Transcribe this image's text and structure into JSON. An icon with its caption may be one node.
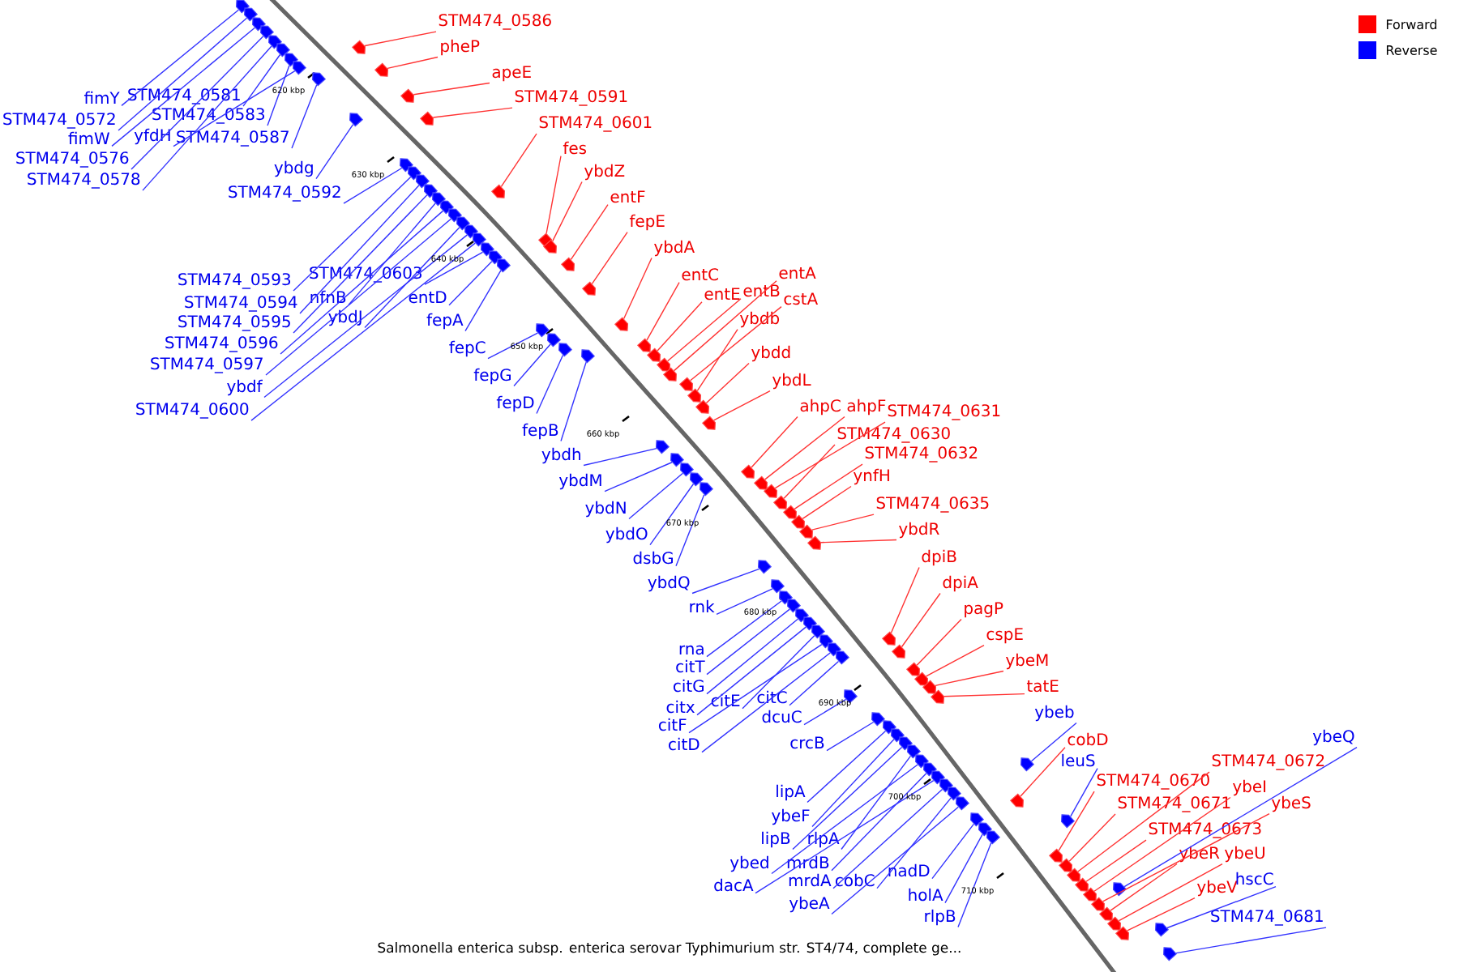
{
  "diagram": {
    "caption": "Salmonella enterica subsp. enterica serovar Typhimurium str. ST4/74, complete ge...",
    "nodes": [
      {
        "text": [
          "STM474_0586"
        ]
      },
      {
        "text": [
          "pheP"
        ]
      },
      {
        "text": [
          "apeE"
        ]
      },
      {
        "text": [
          "STM474_0591"
        ]
      },
      {
        "text": [
          "STM474_0601"
        ]
      },
      {
        "text": [
          "fes"
        ]
      },
      {
        "text": [
          "ybdZ"
        ]
      },
      {
        "text": [
          "entF"
        ]
      },
      {
        "text": [
          "fepE"
        ]
      },
      {
        "text": [
          "ybdA"
        ]
      },
      {
        "text": [
          "entC"
        ]
      },
      {
        "text": [
          "entE"
        ]
      },
      {
        "text": [
          "entB"
        ]
      },
      {
        "text": [
          "entA"
        ]
      },
      {
        "text": [
          "cstA"
        ]
      },
      {
        "text": [
          "ybdb"
        ]
      },
      {
        "text": [
          "ybdd"
        ]
      },
      {
        "text": [
          "ybdL"
        ]
      },
      {
        "text": [
          "ahpC"
        ]
      },
      {
        "text": [
          "ahpF"
        ]
      },
      {
        "text": [
          "STM474_0631"
        ]
      },
      {
        "text": [
          "STM474_0630"
        ]
      },
      {
        "text": [
          "STM474_0632"
        ]
      },
      {
        "text": [
          "ynfH"
        ]
      },
      {
        "text": [
          "STM474_0635"
        ]
      },
      {
        "text": [
          "ybdR"
        ]
      },
      {
        "text": [
          "dpiB"
        ]
      },
      {
        "text": [
          "dpiA"
        ]
      },
      {
        "text": [
          "pagP"
        ]
      },
      {
        "text": [
          "cspE"
        ]
      },
      {
        "text": [
          "ybeM"
        ]
      },
      {
        "text": [
          "tatE"
        ]
      },
      {
        "text": [
          "cobD"
        ]
      },
      {
        "text": [
          "STM474_0670"
        ]
      },
      {
        "text": [
          "STM474_0672"
        ]
      },
      {
        "text": [
          "STM474_0671"
        ]
      },
      {
        "text": [
          "ybeI"
        ]
      },
      {
        "text": [
          "STM474_0673"
        ]
      },
      {
        "text": [
          "ybeS"
        ]
      },
      {
        "text": [
          "ybeR"
        ]
      },
      {
        "text": [
          "ybeU"
        ]
      },
      {
        "text": [
          "ybeV"
        ]
      },
      {
        "text": [
          "fimY"
        ]
      },
      {
        "text": [
          "STM474_0572"
        ]
      },
      {
        "text": [
          "fimW"
        ]
      },
      {
        "text": [
          "STM474_0576"
        ]
      },
      {
        "text": [
          "STM474_0578"
        ]
      },
      {
        "text": [
          "STM474_0581"
        ]
      },
      {
        "text": [
          "STM474_0583"
        ]
      },
      {
        "text": [
          "yfdH"
        ]
      },
      {
        "text": [
          "STM474_0587"
        ]
      },
      {
        "text": [
          "ybdg"
        ]
      },
      {
        "text": [
          "STM474_0592"
        ]
      },
      {
        "text": [
          "STM474_0593"
        ]
      },
      {
        "text": [
          "STM474_0594"
        ]
      },
      {
        "text": [
          "STM474_0595"
        ]
      },
      {
        "text": [
          "STM474_0596"
        ]
      },
      {
        "text": [
          "STM474_0597"
        ]
      },
      {
        "text": [
          "ybdf"
        ]
      },
      {
        "text": [
          "STM474_0600"
        ]
      },
      {
        "text": [
          "STM474_0603"
        ]
      },
      {
        "text": [
          "nfnB"
        ]
      },
      {
        "text": [
          "ybdJ"
        ]
      },
      {
        "text": [
          "entD"
        ]
      },
      {
        "text": [
          "fepA"
        ]
      },
      {
        "text": [
          "fepC"
        ]
      },
      {
        "text": [
          "fepG"
        ]
      },
      {
        "text": [
          "fepD"
        ]
      },
      {
        "text": [
          "fepB"
        ]
      },
      {
        "text": [
          "ybdh"
        ]
      },
      {
        "text": [
          "ybdM"
        ]
      },
      {
        "text": [
          "ybdN"
        ]
      },
      {
        "text": [
          "ybdO"
        ]
      },
      {
        "text": [
          "dsbG"
        ]
      },
      {
        "text": [
          "ybdQ"
        ]
      },
      {
        "text": [
          "rnk"
        ]
      },
      {
        "text": [
          "rna"
        ]
      },
      {
        "text": [
          "citT"
        ]
      },
      {
        "text": [
          "citG"
        ]
      },
      {
        "text": [
          "citx"
        ]
      },
      {
        "text": [
          "citF"
        ]
      },
      {
        "text": [
          "citD"
        ]
      },
      {
        "text": [
          "citE"
        ]
      },
      {
        "text": [
          "citC"
        ]
      },
      {
        "text": [
          "dcuC"
        ]
      },
      {
        "text": [
          "crcB"
        ]
      },
      {
        "text": [
          "lipA"
        ]
      },
      {
        "text": [
          "ybeF"
        ]
      },
      {
        "text": [
          "lipB"
        ]
      },
      {
        "text": [
          "rlpA"
        ]
      },
      {
        "text": [
          "ybed"
        ]
      },
      {
        "text": [
          "mrdB"
        ]
      },
      {
        "text": [
          "dacA"
        ]
      },
      {
        "text": [
          "mrdA"
        ]
      },
      {
        "text": [
          "cobC"
        ]
      },
      {
        "text": [
          "ybeA"
        ]
      },
      {
        "text": [
          "nadD"
        ]
      },
      {
        "text": [
          "holA"
        ]
      },
      {
        "text": [
          "rlpB"
        ]
      },
      {
        "text": [
          "ybeb"
        ]
      },
      {
        "text": [
          "leuS"
        ]
      },
      {
        "text": [
          "ybeQ"
        ]
      },
      {
        "text": [
          "hscC"
        ]
      },
      {
        "text": [
          "STM474_0681"
        ]
      },
      {
        "text": [],
        "shape": "arrow"
      },
      {
        "text": [],
        "shape": "arrow"
      },
      {
        "text": [],
        "shape": "arrow"
      },
      {
        "text": [],
        "shape": "arrow"
      },
      {
        "text": [],
        "shape": "arrow"
      },
      {
        "text": [],
        "shape": "arrow"
      },
      {
        "text": [],
        "shape": "arrow"
      },
      {
        "text": [],
        "shape": "arrow"
      },
      {
        "text": [],
        "shape": "arrow"
      },
      {
        "text": [],
        "shape": "arrow"
      },
      {
        "text": [],
        "shape": "arrow"
      },
      {
        "text": [],
        "shape": "arrow"
      },
      {
        "text": [],
        "shape": "arrow"
      },
      {
        "text": [],
        "shape": "arrow"
      },
      {
        "text": [],
        "shape": "arrow"
      },
      {
        "text": [],
        "shape": "arrow"
      },
      {
        "text": [],
        "shape": "arrow"
      },
      {
        "text": [],
        "shape": "arrow"
      },
      {
        "text": [],
        "shape": "arrow"
      },
      {
        "text": [],
        "shape": "arrow"
      },
      {
        "text": [],
        "shape": "arrow"
      },
      {
        "text": [],
        "shape": "arrow"
      },
      {
        "text": [],
        "shape": "arrow"
      },
      {
        "text": [],
        "shape": "arrow"
      },
      {
        "text": [],
        "shape": "arrow"
      },
      {
        "text": [],
        "shape": "arrow"
      },
      {
        "text": [],
        "shape": "arrow"
      },
      {
        "text": [],
        "shape": "arrow"
      },
      {
        "text": [],
        "shape": "arrow"
      },
      {
        "text": [],
        "shape": "arrow"
      },
      {
        "text": [],
        "shape": "arrow"
      },
      {
        "text": [],
        "shape": "arrow"
      },
      {
        "text": [],
        "shape": "arrow"
      },
      {
        "text": [],
        "shape": "arrow"
      },
      {
        "text": [],
        "shape": "arrow"
      },
      {
        "text": [],
        "shape": "arrow"
      },
      {
        "text": [],
        "shape": "arrow"
      },
      {
        "text": [],
        "shape": "arrow"
      },
      {
        "text": [],
        "shape": "arrow"
      },
      {
        "text": [],
        "shape": "arrow"
      },
      {
        "text": [],
        "shape": "arrow"
      },
      {
        "text": [],
        "shape": "arrow"
      },
      {
        "text": [],
        "shape": "arrow"
      },
      {
        "text": [],
        "shape": "arrow"
      },
      {
        "text": [],
        "shape": "arrow"
      },
      {
        "text": [],
        "shape": "arrow"
      },
      {
        "text": [],
        "shape": "arrow"
      },
      {
        "text": [],
        "shape": "arrow"
      },
      {
        "text": [],
        "shape": "arrow"
      },
      {
        "text": [],
        "shape": "arrow"
      },
      {
        "text": [],
        "shape": "arrow"
      },
      {
        "text": [],
        "shape": "arrow"
      },
      {
        "text": [],
        "shape": "arrow"
      },
      {
        "text": [],
        "shape": "arrow"
      },
      {
        "text": [],
        "shape": "arrow"
      },
      {
        "text": [],
        "shape": "arrow"
      },
      {
        "text": [],
        "shape": "arrow"
      },
      {
        "text": [],
        "shape": "arrow"
      },
      {
        "text": [],
        "shape": "arrow"
      },
      {
        "text": [],
        "shape": "arrow"
      },
      {
        "text": [],
        "shape": "arrow"
      },
      {
        "text": [],
        "shape": "arrow"
      },
      {
        "text": [],
        "shape": "arrow"
      },
      {
        "text": [],
        "shape": "arrow"
      },
      {
        "text": [],
        "shape": "arrow"
      },
      {
        "text": [],
        "shape": "arrow"
      },
      {
        "text": [],
        "shape": "arrow"
      },
      {
        "text": [],
        "shape": "arrow"
      },
      {
        "text": [],
        "shape": "arrow"
      },
      {
        "text": [],
        "shape": "arrow"
      },
      {
        "text": [],
        "shape": "arrow"
      },
      {
        "text": [],
        "shape": "arrow"
      },
      {
        "text": [],
        "shape": "arrow"
      },
      {
        "text": [],
        "shape": "arrow"
      },
      {
        "text": [],
        "shape": "arrow"
      },
      {
        "text": [],
        "shape": "arrow"
      },
      {
        "text": [],
        "shape": "arrow"
      },
      {
        "text": [],
        "shape": "arrow"
      },
      {
        "text": [],
        "shape": "arrow"
      },
      {
        "text": [],
        "shape": "arrow"
      },
      {
        "text": [],
        "shape": "arrow"
      },
      {
        "text": [],
        "shape": "arrow"
      },
      {
        "text": [],
        "shape": "arrow"
      },
      {
        "text": [],
        "shape": "arrow"
      },
      {
        "text": [],
        "shape": "arrow"
      },
      {
        "text": [],
        "shape": "arrow"
      },
      {
        "text": [],
        "shape": "arrow"
      },
      {
        "text": [],
        "shape": "arrow"
      },
      {
        "text": [],
        "shape": "arrow"
      },
      {
        "text": [],
        "shape": "arrow"
      },
      {
        "text": [],
        "shape": "arrow"
      },
      {
        "text": [],
        "shape": "arrow"
      },
      {
        "text": [],
        "shape": "arrow"
      },
      {
        "text": [],
        "shape": "arrow"
      },
      {
        "text": [],
        "shape": "arrow"
      },
      {
        "text": [],
        "shape": "arrow"
      },
      {
        "text": [],
        "shape": "arrow"
      },
      {
        "text": [],
        "shape": "arrow"
      },
      {
        "text": [],
        "shape": "arrow"
      },
      {
        "text": [],
        "shape": "arrow"
      },
      {
        "text": [],
        "shape": "arrow"
      },
      {
        "text": [],
        "shape": "arrow"
      },
      {
        "text": [],
        "shape": "arrow"
      },
      {
        "text": [],
        "shape": "arrow"
      }
    ],
    "edges": [
      {
        "from": 0,
        "to": 104,
        "arrow": "none",
        "color": "#ff3333"
      },
      {
        "from": 1,
        "to": 105,
        "arrow": "none",
        "color": "#ff3333"
      },
      {
        "from": 2,
        "to": 106,
        "arrow": "none",
        "color": "#ff3333"
      },
      {
        "from": 3,
        "to": 107,
        "arrow": "none",
        "color": "#ff3333"
      },
      {
        "from": 4,
        "to": 108,
        "arrow": "none",
        "color": "#ff3333"
      },
      {
        "from": 5,
        "to": 109,
        "arrow": "none",
        "color": "#ff3333"
      },
      {
        "from": 6,
        "to": 110,
        "arrow": "none",
        "color": "#ff3333"
      },
      {
        "from": 7,
        "to": 111,
        "arrow": "none",
        "color": "#ff3333"
      },
      {
        "from": 8,
        "to": 112,
        "arrow": "none",
        "color": "#ff3333"
      },
      {
        "from": 9,
        "to": 113,
        "arrow": "none",
        "color": "#ff3333"
      },
      {
        "from": 10,
        "to": 114,
        "arrow": "none",
        "color": "#ff3333"
      },
      {
        "from": 11,
        "to": 115,
        "arrow": "none",
        "color": "#ff3333"
      },
      {
        "from": 12,
        "to": 116,
        "arrow": "none",
        "color": "#ff3333"
      },
      {
        "from": 13,
        "to": 117,
        "arrow": "none",
        "color": "#ff3333"
      },
      {
        "from": 14,
        "to": 118,
        "arrow": "none",
        "color": "#ff3333"
      },
      {
        "from": 15,
        "to": 119,
        "arrow": "none",
        "color": "#ff3333"
      },
      {
        "from": 16,
        "to": 120,
        "arrow": "none",
        "color": "#ff3333"
      },
      {
        "from": 17,
        "to": 121,
        "arrow": "none",
        "color": "#ff3333"
      },
      {
        "from": 18,
        "to": 122,
        "arrow": "none",
        "color": "#ff3333"
      },
      {
        "from": 19,
        "to": 123,
        "arrow": "none",
        "color": "#ff3333"
      },
      {
        "from": 20,
        "to": 124,
        "arrow": "none",
        "color": "#ff3333"
      },
      {
        "from": 21,
        "to": 125,
        "arrow": "none",
        "color": "#ff3333"
      },
      {
        "from": 22,
        "to": 126,
        "arrow": "none",
        "color": "#ff3333"
      },
      {
        "from": 23,
        "to": 127,
        "arrow": "none",
        "color": "#ff3333"
      },
      {
        "from": 24,
        "to": 128,
        "arrow": "none",
        "color": "#ff3333"
      },
      {
        "from": 25,
        "to": 129,
        "arrow": "none",
        "color": "#ff3333"
      },
      {
        "from": 26,
        "to": 130,
        "arrow": "none",
        "color": "#ff3333"
      },
      {
        "from": 27,
        "to": 131,
        "arrow": "none",
        "color": "#ff3333"
      },
      {
        "from": 28,
        "to": 132,
        "arrow": "none",
        "color": "#ff3333"
      },
      {
        "from": 29,
        "to": 133,
        "arrow": "none",
        "color": "#ff3333"
      },
      {
        "from": 30,
        "to": 134,
        "arrow": "none",
        "color": "#ff3333"
      },
      {
        "from": 31,
        "to": 135,
        "arrow": "none",
        "color": "#ff3333"
      },
      {
        "from": 32,
        "to": 136,
        "arrow": "none",
        "color": "#ff3333"
      },
      {
        "from": 33,
        "to": 137,
        "arrow": "none",
        "color": "#ff3333"
      },
      {
        "from": 34,
        "to": 138,
        "arrow": "none",
        "color": "#ff3333"
      },
      {
        "from": 35,
        "to": 139,
        "arrow": "none",
        "color": "#ff3333"
      },
      {
        "from": 36,
        "to": 140,
        "arrow": "none",
        "color": "#ff3333"
      },
      {
        "from": 37,
        "to": 141,
        "arrow": "none",
        "color": "#ff3333"
      },
      {
        "from": 38,
        "to": 142,
        "arrow": "none",
        "color": "#ff3333"
      },
      {
        "from": 39,
        "to": 143,
        "arrow": "none",
        "color": "#ff3333"
      },
      {
        "from": 40,
        "to": 144,
        "arrow": "none",
        "color": "#ff3333"
      },
      {
        "from": 41,
        "to": 145,
        "arrow": "none",
        "color": "#ff3333"
      },
      {
        "from": 42,
        "to": 146,
        "arrow": "none"
      },
      {
        "from": 43,
        "to": 147,
        "arrow": "none"
      },
      {
        "from": 44,
        "to": 148,
        "arrow": "none"
      },
      {
        "from": 45,
        "to": 149,
        "arrow": "none"
      },
      {
        "from": 46,
        "to": 150,
        "arrow": "none"
      },
      {
        "from": 47,
        "to": 151,
        "arrow": "none"
      },
      {
        "from": 48,
        "to": 152,
        "arrow": "none"
      },
      {
        "from": 49,
        "to": 153,
        "arrow": "none"
      },
      {
        "from": 50,
        "to": 154,
        "arrow": "none"
      },
      {
        "from": 51,
        "to": 155,
        "arrow": "none"
      },
      {
        "from": 52,
        "to": 156,
        "arrow": "none"
      },
      {
        "from": 53,
        "to": 157,
        "arrow": "none"
      },
      {
        "from": 54,
        "to": 158,
        "arrow": "none"
      },
      {
        "from": 55,
        "to": 159,
        "arrow": "none"
      },
      {
        "from": 56,
        "to": 160,
        "arrow": "none"
      },
      {
        "from": 57,
        "to": 161,
        "arrow": "none"
      },
      {
        "from": 58,
        "to": 162,
        "arrow": "none"
      },
      {
        "from": 59,
        "to": 163,
        "arrow": "none"
      },
      {
        "from": 60,
        "to": 164,
        "arrow": "none"
      },
      {
        "from": 61,
        "to": 165,
        "arrow": "none"
      },
      {
        "from": 62,
        "to": 166,
        "arrow": "none"
      },
      {
        "from": 63,
        "to": 167,
        "arrow": "none"
      },
      {
        "from": 64,
        "to": 168,
        "arrow": "none"
      },
      {
        "from": 65,
        "to": 169,
        "arrow": "none"
      },
      {
        "from": 66,
        "to": 170,
        "arrow": "none"
      },
      {
        "from": 67,
        "to": 171,
        "arrow": "none"
      },
      {
        "from": 68,
        "to": 172,
        "arrow": "none"
      },
      {
        "from": 69,
        "to": 173,
        "arrow": "none"
      },
      {
        "from": 70,
        "to": 174,
        "arrow": "none"
      },
      {
        "from": 71,
        "to": 175,
        "arrow": "none"
      },
      {
        "from": 72,
        "to": 176,
        "arrow": "none"
      },
      {
        "from": 73,
        "to": 177,
        "arrow": "none"
      },
      {
        "from": 74,
        "to": 178,
        "arrow": "none"
      },
      {
        "from": 75,
        "to": 179,
        "arrow": "none"
      },
      {
        "from": 76,
        "to": 180,
        "arrow": "none"
      },
      {
        "from": 77,
        "to": 181,
        "arrow": "none"
      },
      {
        "from": 78,
        "to": 182,
        "arrow": "none"
      },
      {
        "from": 79,
        "to": 183,
        "arrow": "none"
      },
      {
        "from": 80,
        "to": 184,
        "arrow": "none"
      },
      {
        "from": 81,
        "to": 185,
        "arrow": "none"
      },
      {
        "from": 82,
        "to": 186,
        "arrow": "none"
      },
      {
        "from": 83,
        "to": 187,
        "arrow": "none"
      },
      {
        "from": 84,
        "to": 188,
        "arrow": "none"
      },
      {
        "from": 85,
        "to": 189,
        "arrow": "none"
      },
      {
        "from": 86,
        "to": 190,
        "arrow": "none"
      },
      {
        "from": 87,
        "to": 191,
        "arrow": "none"
      },
      {
        "from": 88,
        "to": 192,
        "arrow": "none"
      },
      {
        "from": 89,
        "to": 193,
        "arrow": "none"
      },
      {
        "from": 90,
        "to": 194,
        "arrow": "none"
      },
      {
        "from": 91,
        "to": 195,
        "arrow": "none"
      },
      {
        "from": 92,
        "to": 196,
        "arrow": "none"
      },
      {
        "from": 93,
        "to": 197,
        "arrow": "none"
      },
      {
        "from": 94,
        "to": 198,
        "arrow": "none"
      },
      {
        "from": 95,
        "to": 199,
        "arrow": "none"
      },
      {
        "from": 96,
        "to": 200,
        "arrow": "none"
      },
      {
        "from": 97,
        "to": 201,
        "arrow": "none"
      },
      {
        "from": 98,
        "to": 202,
        "arrow": "none"
      },
      {
        "from": 99,
        "to": 203,
        "arrow": "none"
      },
      {
        "from": 100,
        "to": 204,
        "arrow": "none"
      },
      {
        "from": 101,
        "to": 205,
        "arrow": "none"
      },
      {
        "from": 102,
        "to": 206,
        "arrow": "none"
      },
      {
        "from": 103,
        "to": 207,
        "arrow": "none"
      }
    ],
    "labels": [
      "620 kbp",
      "630 kbp",
      "640 kbp",
      "650 kbp",
      "660 kbp",
      "670 kbp",
      "680 kbp",
      "690 kbp",
      "700 kbp",
      "710 kbp"
    ],
    "legend": [
      {
        "text": "Forward",
        "color": "#ff0000"
      },
      {
        "text": "Reverse",
        "color": "#0000ff"
      }
    ]
  }
}
